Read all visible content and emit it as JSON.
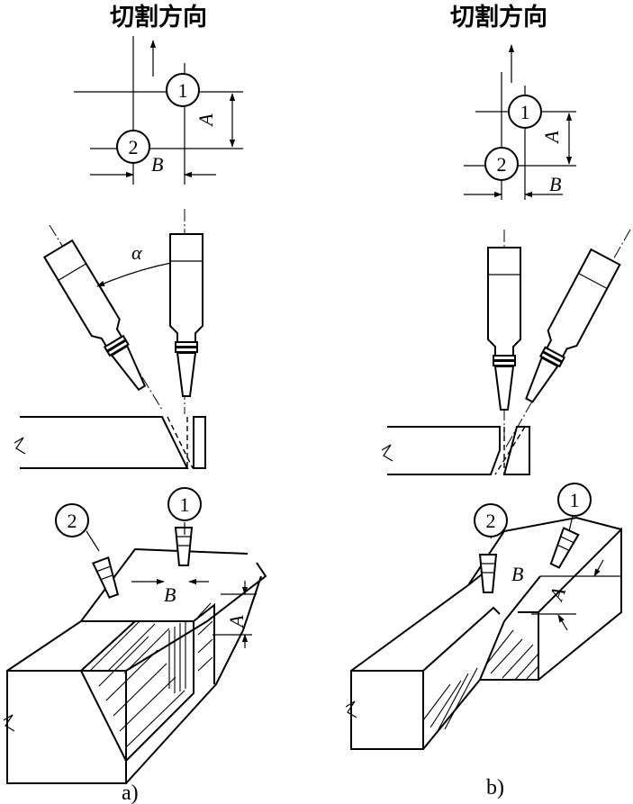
{
  "panel_a": {
    "heading": "切割方向",
    "torch_1_number": "1",
    "torch_2_number": "2",
    "dim_a": "A",
    "dim_b": "B",
    "angle_label": "α",
    "caption": "a)"
  },
  "panel_b": {
    "heading": "切割方向",
    "torch_1_number": "1",
    "torch_2_number": "2",
    "dim_a": "A",
    "dim_b": "B",
    "caption": "b)"
  }
}
